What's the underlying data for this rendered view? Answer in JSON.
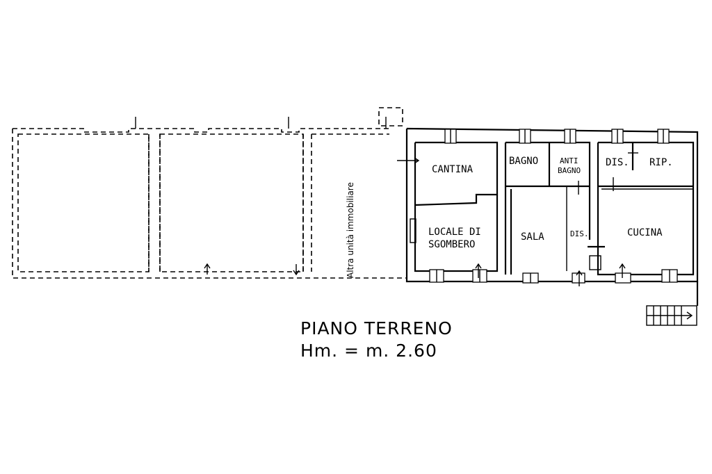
{
  "drawing": {
    "rooms": {
      "cantina": "CANTINA",
      "locale_line1": "LOCALE DI",
      "locale_line2": "SGOMBERO",
      "bagno": "BAGNO",
      "anti_line1": "ANTI",
      "anti_line2": "BAGNO",
      "dis_top": "DIS.",
      "rip": "RIP.",
      "sala": "SALA",
      "dis_mid": "DIS.",
      "cucina": "CUCINA"
    },
    "other_unit": "Altra unità immobiliare"
  },
  "caption": {
    "title": "PIANO TERRENO",
    "height": "Hm. = m. 2.60"
  }
}
